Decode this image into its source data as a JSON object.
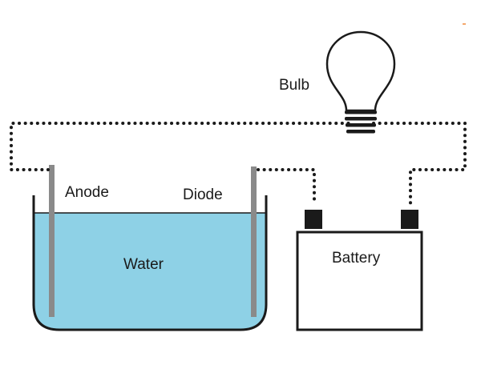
{
  "labels": {
    "bulb": "Bulb",
    "anode": "Anode",
    "diode": "Diode",
    "water": "Water",
    "battery": "Battery"
  },
  "colors": {
    "water": "#8ed1e6",
    "electrode": "#8a8a8a",
    "outline": "#1a1a1a",
    "terminal": "#1a1a1a"
  }
}
